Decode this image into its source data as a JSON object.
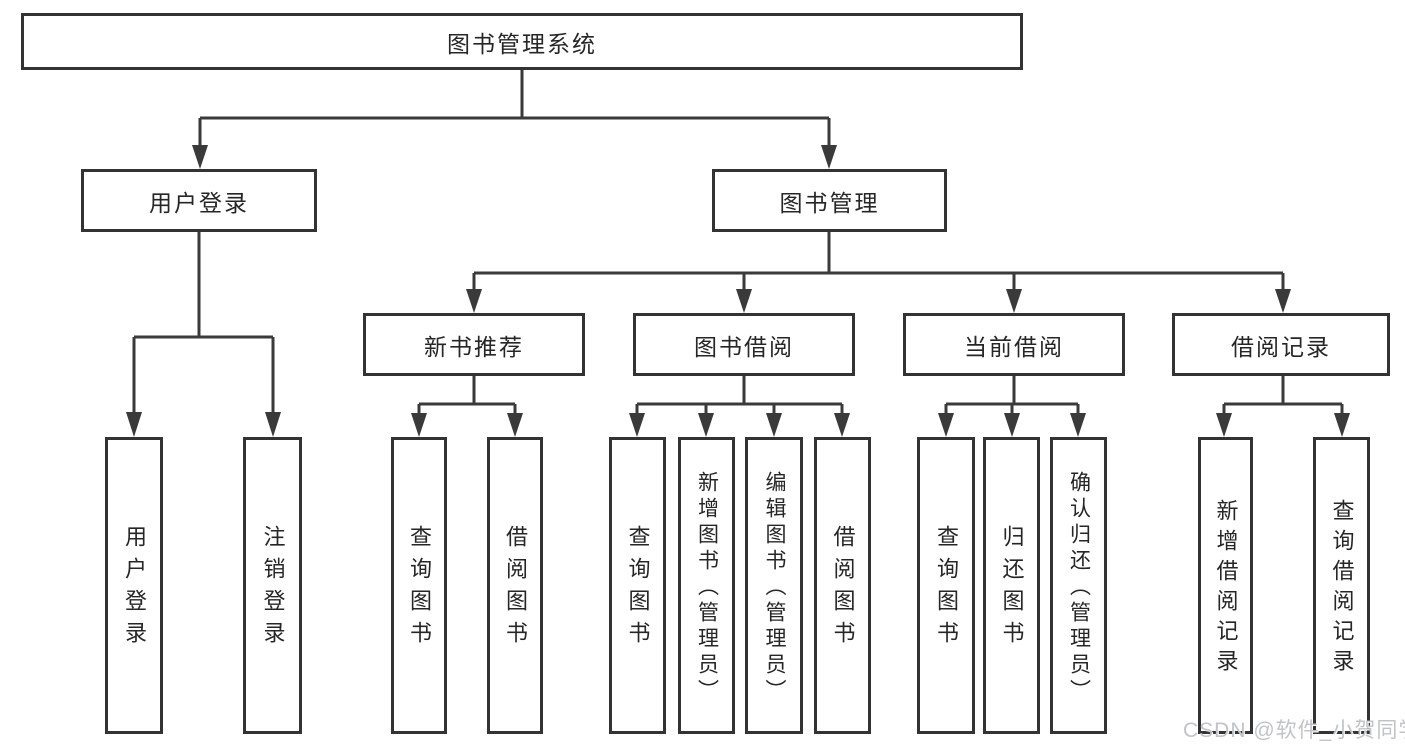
{
  "diagram_title": "图书管理系统",
  "tree": {
    "root": {
      "label": "图书管理系统",
      "children": [
        {
          "label": "用户登录",
          "children": [
            {
              "label": "用户登录"
            },
            {
              "label": "注销登录"
            }
          ]
        },
        {
          "label": "图书管理",
          "children": [
            {
              "label": "新书推荐",
              "children": [
                {
                  "label": "查询图书"
                },
                {
                  "label": "借阅图书"
                }
              ]
            },
            {
              "label": "图书借阅",
              "children": [
                {
                  "label": "查询图书"
                },
                {
                  "label": "新增图书（管理员）"
                },
                {
                  "label": "编辑图书（管理员）"
                },
                {
                  "label": "借阅图书"
                }
              ]
            },
            {
              "label": "当前借阅",
              "children": [
                {
                  "label": "查询图书"
                },
                {
                  "label": "归还图书"
                },
                {
                  "label": "确认归还（管理员）"
                }
              ]
            },
            {
              "label": "借阅记录",
              "children": [
                {
                  "label": "新增借阅记录"
                },
                {
                  "label": "查询借阅记录"
                }
              ]
            }
          ]
        }
      ]
    }
  },
  "watermark": "CSDN @软件_小贺同学",
  "colors": {
    "line": "#3a3a3a",
    "box_border": "#333333",
    "text": "#262626",
    "watermark": "#c0c4c8",
    "background": "#ffffff"
  }
}
